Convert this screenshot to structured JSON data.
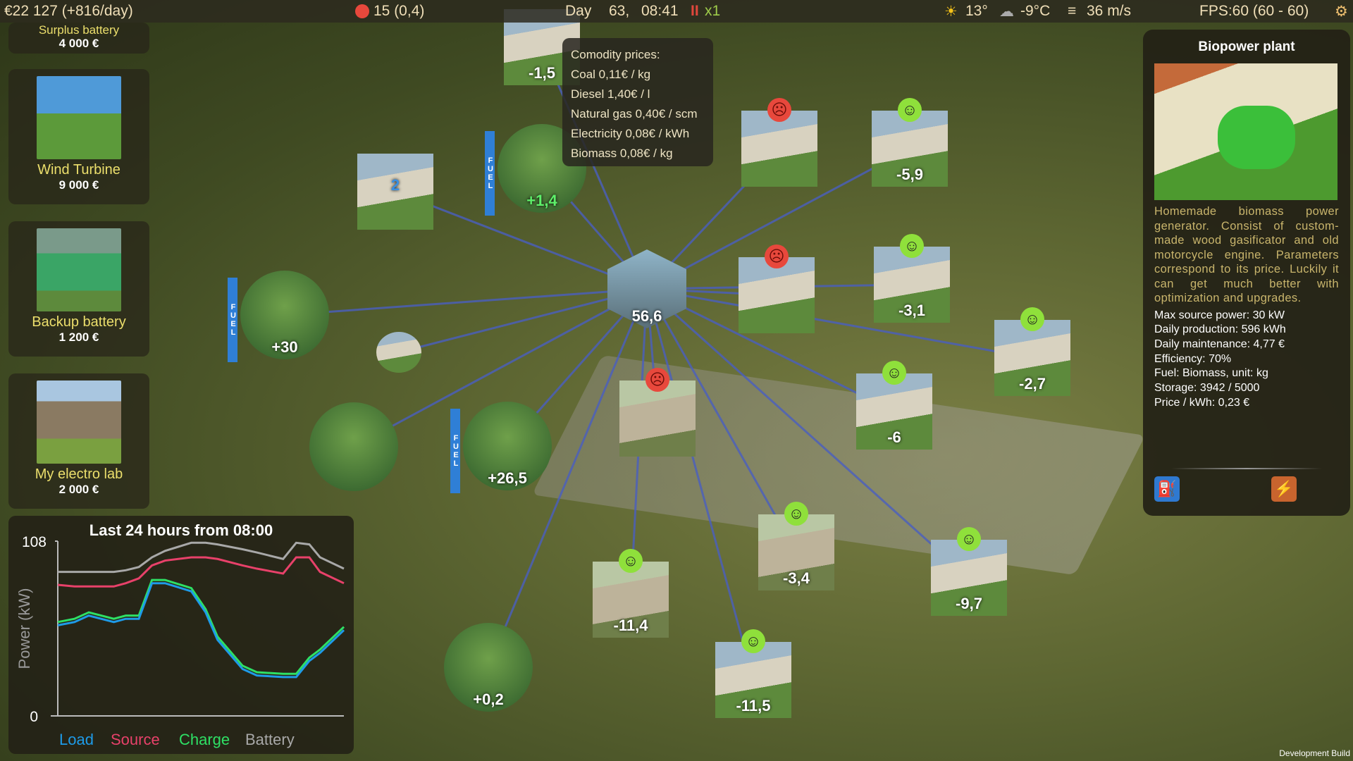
{
  "topbar": {
    "money": "€22 127 (+816/day)",
    "unhappy": "15 (0,4)",
    "day_label": "Day",
    "day": "63,",
    "time": "08:41",
    "pause": "II",
    "speed": "x1",
    "sun_temp": "13°",
    "cold_temp": "-9°C",
    "wind": "36 m/s",
    "fps": "FPS:60 (60 - 60)",
    "icons": [
      "angry-face-icon",
      "sun-icon",
      "cloud-snow-icon",
      "wind-icon",
      "gear-icon"
    ]
  },
  "shop": [
    {
      "name": "Surplus battery",
      "price": "4 000 €"
    },
    {
      "name": "Wind Turbine",
      "price": "9 000 €"
    },
    {
      "name": "Backup battery",
      "price": "1 200 €"
    },
    {
      "name": "My electro lab",
      "price": "2 000 €"
    }
  ],
  "tooltip": {
    "title": "Comodity prices:",
    "items": [
      "Coal 0,11€ / kg",
      "Diesel 1,40€ / l",
      "Natural gas 0,40€ / scm",
      "Electricity 0,08€ / kWh",
      "Biomass 0,08€ / kg"
    ]
  },
  "nodes": [
    {
      "id": "hub",
      "value": "56,6"
    },
    {
      "id": "house-top",
      "value": "-1,5"
    },
    {
      "id": "generator-green",
      "value": "+1,4",
      "fuel": "FUEL"
    },
    {
      "id": "electro-lab",
      "value": "2"
    },
    {
      "id": "biopower",
      "value": "+30",
      "fuel": "FUEL"
    },
    {
      "id": "small-battery",
      "value": ""
    },
    {
      "id": "wind-turbine",
      "value": ""
    },
    {
      "id": "generator-yellow",
      "value": "+26,5",
      "fuel": "FUEL"
    },
    {
      "id": "solar",
      "value": "+0,2"
    },
    {
      "id": "house-1",
      "value": "",
      "mood": "angry"
    },
    {
      "id": "house-2",
      "value": "-5,9",
      "mood": "happy"
    },
    {
      "id": "house-3",
      "value": "",
      "mood": "angry"
    },
    {
      "id": "house-4",
      "value": "-3,1",
      "mood": "happy"
    },
    {
      "id": "house-5",
      "value": "-2,7",
      "mood": "happy"
    },
    {
      "id": "house-6",
      "value": "-6",
      "mood": "happy"
    },
    {
      "id": "cabin-1",
      "value": "",
      "mood": "angry"
    },
    {
      "id": "cabin-2",
      "value": "-3,4",
      "mood": "happy"
    },
    {
      "id": "house-7",
      "value": "-9,7",
      "mood": "happy"
    },
    {
      "id": "cabin-3",
      "value": "-11,4",
      "mood": "happy"
    },
    {
      "id": "house-8",
      "value": "-11,5",
      "mood": "happy"
    }
  ],
  "panel": {
    "title": "Biopower plant",
    "description": "Homemade biomass power generator. Consist of custom-made wood gasificator and old motorcycle engine. Parameters correspond to its price. Luckily it can get much better with optimization and upgrades.",
    "stats": [
      "Max source power: 30 kW",
      "Daily production: 596 kWh",
      "Daily maintenance: 4,77 €",
      "Efficiency: 70%",
      "Fuel: Biomass, unit: kg",
      "Storage: 3942 / 5000",
      "Price / kWh: 0,23 €"
    ],
    "storage_fraction": 0.7884
  },
  "dev_build": "Development Build",
  "chart_data": {
    "type": "line",
    "title": "Last 24 hours from 08:00",
    "ylabel": "Power (kW)",
    "ylim": [
      0,
      108
    ],
    "yticks": [
      "0",
      "108"
    ],
    "x": [
      0,
      1.4,
      2.6,
      4.7,
      5.7,
      6.8,
      7.9,
      9.0,
      11.2,
      12.4,
      13.4,
      15.5,
      16.7,
      18.9,
      20.0,
      21.1,
      22.0,
      24
    ],
    "series": [
      {
        "name": "Load",
        "color": "#1e9be8",
        "values": [
          56,
          58,
          62,
          58,
          60,
          60,
          82,
          82,
          77,
          64,
          47,
          29,
          25,
          24,
          24,
          34,
          39,
          53
        ]
      },
      {
        "name": "Source",
        "color": "#e8416a",
        "values": [
          81,
          80,
          80,
          80,
          82,
          85,
          93,
          96,
          98,
          98,
          97,
          93,
          91,
          88,
          98,
          98,
          89,
          82
        ]
      },
      {
        "name": "Charge",
        "color": "#2ee065",
        "values": [
          58,
          60,
          64,
          60,
          62,
          62,
          84,
          84,
          79,
          66,
          49,
          31,
          27,
          26,
          26,
          36,
          41,
          55
        ]
      },
      {
        "name": "Battery",
        "color": "#a8a8a8",
        "values": [
          89,
          89,
          89,
          89,
          90,
          92,
          98,
          102,
          107,
          107,
          106,
          103,
          101,
          97,
          107,
          106,
          98,
          91
        ]
      }
    ]
  }
}
